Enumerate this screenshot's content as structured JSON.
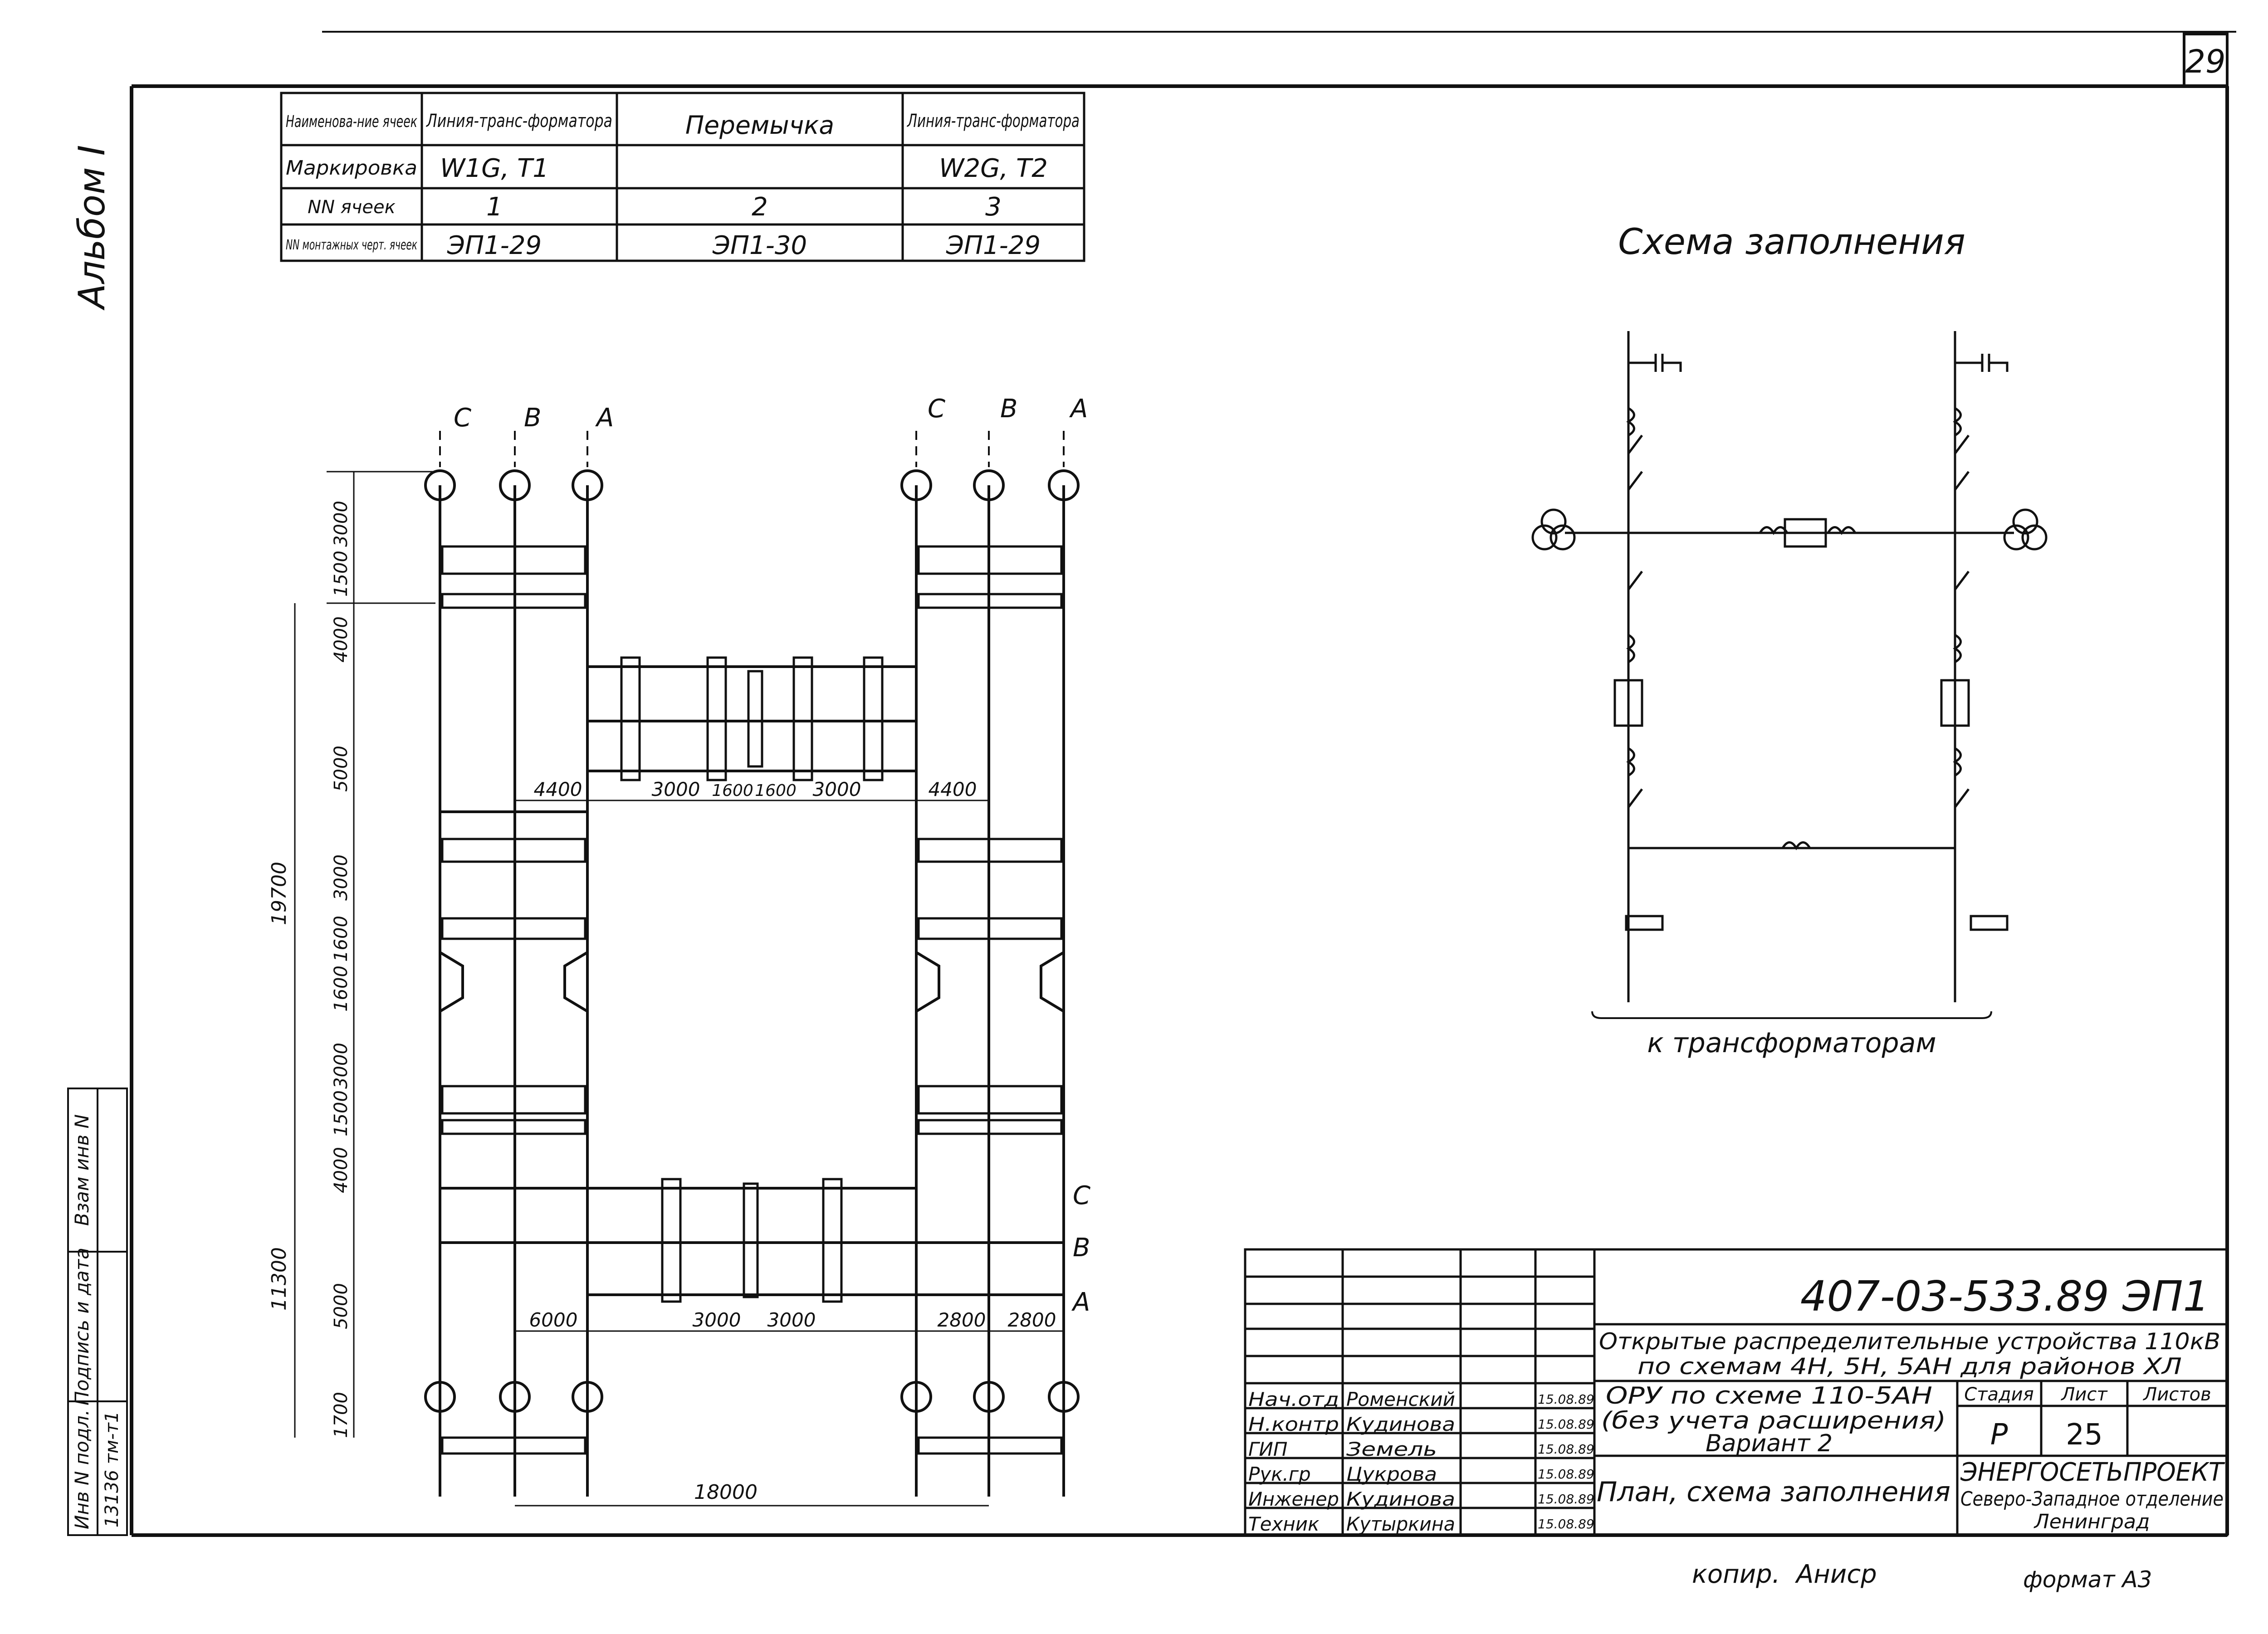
{
  "page": {
    "number": "29",
    "album": "Альбом I"
  },
  "cells_table": {
    "rows": [
      {
        "label": "Наименова-ние ячеек",
        "c1": "Линия-транс-форматора",
        "c2": "Перемычка",
        "c3": "Линия-транс-форматора"
      },
      {
        "label": "Маркировка",
        "c1": "W1G, T1",
        "c2": "",
        "c3": "W2G, T2"
      },
      {
        "label": "NN ячеек",
        "c1": "1",
        "c2": "2",
        "c3": "3"
      },
      {
        "label": "NN монтажных черт. ячеек",
        "c1": "ЭП1-29",
        "c2": "ЭП1-30",
        "c3": "ЭП1-29"
      }
    ]
  },
  "plan": {
    "phases": {
      "c": "C",
      "b": "B",
      "a": "A"
    },
    "dims_vertical_left": [
      "3000",
      "1500",
      "4000",
      "5000",
      "3000",
      "1600",
      "1600",
      "3000",
      "1500",
      "4000",
      "5000",
      "1700"
    ],
    "dim_total_upper": "19700",
    "dim_total_lower": "11300",
    "dims_mid": [
      "4400",
      "3000",
      "1600",
      "1600",
      "3000",
      "4400"
    ],
    "dims_bottom": [
      "6000",
      "3000",
      "3000",
      "2800",
      "2800"
    ],
    "dim_total_width": "18000"
  },
  "scheme": {
    "title": "Схема заполнения",
    "caption": "к трансформаторам"
  },
  "stamp": {
    "doc_code": "407-03-533.89 ЭП1",
    "title_line1": "Открытые распределительные устройства 110кВ",
    "title_line2": "по схемам 4Н, 5Н, 5АН для районов ХЛ",
    "subject_line1": "ОРУ по схеме 110-5АН",
    "subject_line2": "(без учета расширения)",
    "subject_line3": "Вариант 2",
    "sheet_title": "План, схема заполнения",
    "col_stage": "Стадия",
    "col_sheet": "Лист",
    "col_sheets": "Листов",
    "stage": "Р",
    "sheet": "25",
    "org_line1": "ЭНЕРГОСЕТЬПРОЕКТ",
    "org_line2": "Северо-Западное отделение",
    "org_line3": "Ленинград",
    "people": [
      {
        "role": "Нач.отд",
        "name": "Роменский",
        "date": "15.08.89"
      },
      {
        "role": "Н.контр",
        "name": "Кудинова",
        "date": "15.08.89"
      },
      {
        "role": "ГИП",
        "name": "Земель",
        "date": "15.08.89"
      },
      {
        "role": "Рук.гр",
        "name": "Цукрова",
        "date": "15.08.89"
      },
      {
        "role": "Инженер",
        "name": "Кудинова",
        "date": "15.08.89"
      },
      {
        "role": "Техник",
        "name": "Кутыркина",
        "date": "15.08.89"
      }
    ]
  },
  "side_stamp": {
    "inv": "Инв N подл.",
    "sign": "Подпись и дата",
    "vzam": "Взам инв N",
    "inv_value": "13136 тм-т1"
  },
  "footer": {
    "copy": "копир.",
    "copier": "Аниср",
    "format": "формат А3"
  }
}
